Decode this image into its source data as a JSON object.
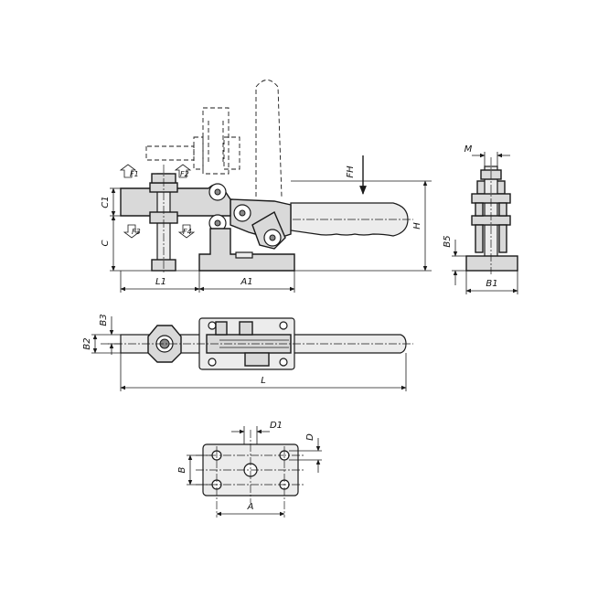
{
  "labels": {
    "FH": "FH",
    "H": "H",
    "C1": "C1",
    "C": "C",
    "L1": "L1",
    "A1": "A1",
    "M": "M",
    "B5": "B5",
    "B1": "B1",
    "B3": "B3",
    "B2": "B2",
    "L": "L",
    "D1": "D1",
    "D": "D",
    "B": "B",
    "A": "A",
    "F1": "F1",
    "F2": "F2",
    "F3": "F3",
    "F4": "F4"
  }
}
